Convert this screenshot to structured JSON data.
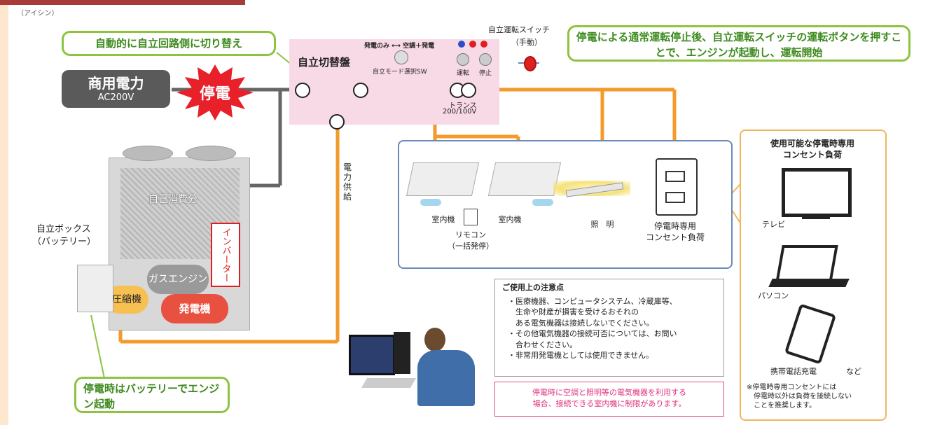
{
  "credit": "（アイシン）",
  "callouts": {
    "auto_switch": "自動的に自立回路側に切り替え",
    "operation": "停電による通常運転停止後、自立運転スイッチの運転ボタンを押すことで、エンジンが起動し、運転開始",
    "battery": "停電時はバッテリーでエンジン起動"
  },
  "grid": {
    "title": "商用電力",
    "voltage": "AC200V"
  },
  "outage": "停電",
  "panel": {
    "title": "自立切替盤",
    "mode_label": "発電のみ ⟷ 空調＋発電",
    "mode_switch": "自立モード選択SW",
    "run": "運転",
    "stop": "停止",
    "trans": "トランス",
    "trans_v": "200/100V"
  },
  "manual_switch": {
    "title": "自立運転スイッチ",
    "sub": "（手動）"
  },
  "power_supply": "電力供給",
  "unit": {
    "self_consumption": "自己消費分",
    "inverter": "インバーター",
    "gas_engine": "ガスエンジン",
    "compressor": "圧縮機",
    "generator": "発電機"
  },
  "battery_box": {
    "title": "自立ボックス",
    "sub": "（バッテリー）"
  },
  "indoor": {
    "unit1": "室内機",
    "unit2": "室内機",
    "remote": "リモコン",
    "remote_sub": "（一括発停）"
  },
  "lighting": "照　明",
  "outlet": {
    "title": "停電時専用",
    "sub": "コンセント負荷"
  },
  "notice": {
    "title": "ご使用上の注意点",
    "lines": [
      "・医療機器、コンピュータシステム、冷蔵庫等、",
      "　生命や財産が損害を受けるおそれの",
      "　ある電気機器は接続しないでください。",
      "・その他電気機器の接続可否については、お問い",
      "　合わせください。",
      "・非常用発電機としては使用できません。"
    ]
  },
  "warning": {
    "line1": "停電時に空調と照明等の電気機器を利用する",
    "line2": "場合、接続できる室内機に制限があります。"
  },
  "devices": {
    "title1": "使用可能な停電時専用",
    "title2": "コンセント負荷",
    "tv": "テレビ",
    "pc": "パソコン",
    "phone": "携帯電話充電",
    "etc": "など",
    "note1": "※停電時専用コンセントには",
    "note2": "停電時以外は負荷を接続しない",
    "note3": "ことを推奨します。"
  }
}
